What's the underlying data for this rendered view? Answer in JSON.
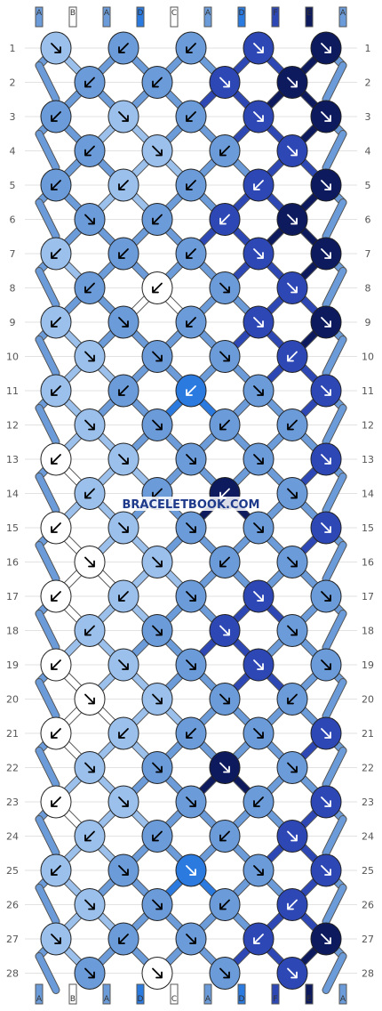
{
  "watermark": "BRACELETBOOK.COM",
  "colors": {
    "A": "#6b9bd8",
    "B": "#ffffff",
    "C": "#ffffff",
    "D": "#2b7ae0",
    "E": "#0d1a5e",
    "F": "#2d47b5",
    "light": "#9bc0ec"
  },
  "top_strands": [
    "A",
    "B",
    "A",
    "D",
    "C",
    "A",
    "D",
    "F",
    "E",
    "A"
  ],
  "bottom_strands": [
    "A",
    "B",
    "A",
    "D",
    "C",
    "A",
    "D",
    "F",
    "E",
    "A"
  ],
  "row_numbers": [
    "1",
    "2",
    "3",
    "4",
    "5",
    "6",
    "7",
    "8",
    "9",
    "10",
    "11",
    "12",
    "13",
    "14",
    "15",
    "16",
    "17",
    "18",
    "19",
    "20",
    "21",
    "22",
    "23",
    "24",
    "25",
    "26",
    "27",
    "28"
  ],
  "knots": [
    [
      "light",
      "A",
      "A",
      "F",
      "E"
    ],
    [
      "A",
      "A",
      "F",
      "E"
    ],
    [
      "A",
      "light",
      "A",
      "F",
      "E"
    ],
    [
      "A",
      "light",
      "A",
      "F"
    ],
    [
      "A",
      "light",
      "A",
      "F",
      "E"
    ],
    [
      "A",
      "A",
      "F",
      "E"
    ],
    [
      "light",
      "A",
      "A",
      "F",
      "E"
    ],
    [
      "A",
      "B",
      "A",
      "F"
    ],
    [
      "light",
      "A",
      "A",
      "F",
      "E"
    ],
    [
      "light",
      "A",
      "A",
      "F"
    ],
    [
      "light",
      "A",
      "D",
      "A",
      "F"
    ],
    [
      "light",
      "A",
      "A",
      "A"
    ],
    [
      "B",
      "light",
      "A",
      "A",
      "F"
    ],
    [
      "light",
      "A",
      "E",
      "A"
    ],
    [
      "B",
      "light",
      "A",
      "A",
      "F"
    ],
    [
      "B",
      "light",
      "A",
      "A"
    ],
    [
      "B",
      "light",
      "A",
      "F",
      "A"
    ],
    [
      "light",
      "A",
      "F",
      "A"
    ],
    [
      "B",
      "light",
      "A",
      "F",
      "A"
    ],
    [
      "B",
      "light",
      "A",
      "A"
    ],
    [
      "B",
      "light",
      "A",
      "A",
      "F"
    ],
    [
      "light",
      "A",
      "E",
      "A"
    ],
    [
      "B",
      "light",
      "A",
      "A",
      "F"
    ],
    [
      "light",
      "A",
      "A",
      "F"
    ],
    [
      "light",
      "A",
      "D",
      "A",
      "F"
    ],
    [
      "light",
      "A",
      "A",
      "F"
    ],
    [
      "light",
      "A",
      "A",
      "F",
      "E"
    ],
    [
      "A",
      "B",
      "A",
      "F"
    ]
  ],
  "arrows": [
    [
      "dr",
      "dl",
      "dl",
      "dr",
      "dr"
    ],
    [
      "dl",
      "dl",
      "dr",
      "dr"
    ],
    [
      "dl",
      "dr",
      "dl",
      "dr",
      "dr"
    ],
    [
      "dl",
      "dr",
      "dl",
      "dr"
    ],
    [
      "dl",
      "dl",
      "dl",
      "dl",
      "dr"
    ],
    [
      "dr",
      "dl",
      "dl",
      "dr"
    ],
    [
      "dl",
      "dl",
      "dl",
      "dr",
      "dr"
    ],
    [
      "dl",
      "dl",
      "dr",
      "dr"
    ],
    [
      "dl",
      "dr",
      "dl",
      "dr",
      "dr"
    ],
    [
      "dr",
      "dr",
      "dr",
      "dl"
    ],
    [
      "dl",
      "dl",
      "dl",
      "dr",
      "dr"
    ],
    [
      "dr",
      "dr",
      "dl",
      "dl"
    ],
    [
      "dl",
      "dr",
      "dr",
      "dr",
      "dr"
    ],
    [
      "dl",
      "dl",
      "dl",
      "dr"
    ],
    [
      "dl",
      "dr",
      "dr",
      "dr",
      "dr"
    ],
    [
      "dr",
      "dr",
      "dl",
      "dr"
    ],
    [
      "dl",
      "dl",
      "dr",
      "dr",
      "dr"
    ],
    [
      "dl",
      "dr",
      "dr",
      "dr"
    ],
    [
      "dl",
      "dr",
      "dr",
      "dr",
      "dr"
    ],
    [
      "dr",
      "dr",
      "dr",
      "dl"
    ],
    [
      "dl",
      "dl",
      "dl",
      "dr",
      "dr"
    ],
    [
      "dr",
      "dr",
      "dr",
      "dr"
    ],
    [
      "dl",
      "dr",
      "dr",
      "dl",
      "dr"
    ],
    [
      "dl",
      "dl",
      "dl",
      "dr"
    ],
    [
      "dl",
      "dr",
      "dr",
      "dr",
      "dr"
    ],
    [
      "dr",
      "dr",
      "dl",
      "dl"
    ],
    [
      "dr",
      "dl",
      "dr",
      "dl",
      "dr"
    ],
    [
      "dr",
      "dr",
      "dr",
      "dr"
    ]
  ]
}
